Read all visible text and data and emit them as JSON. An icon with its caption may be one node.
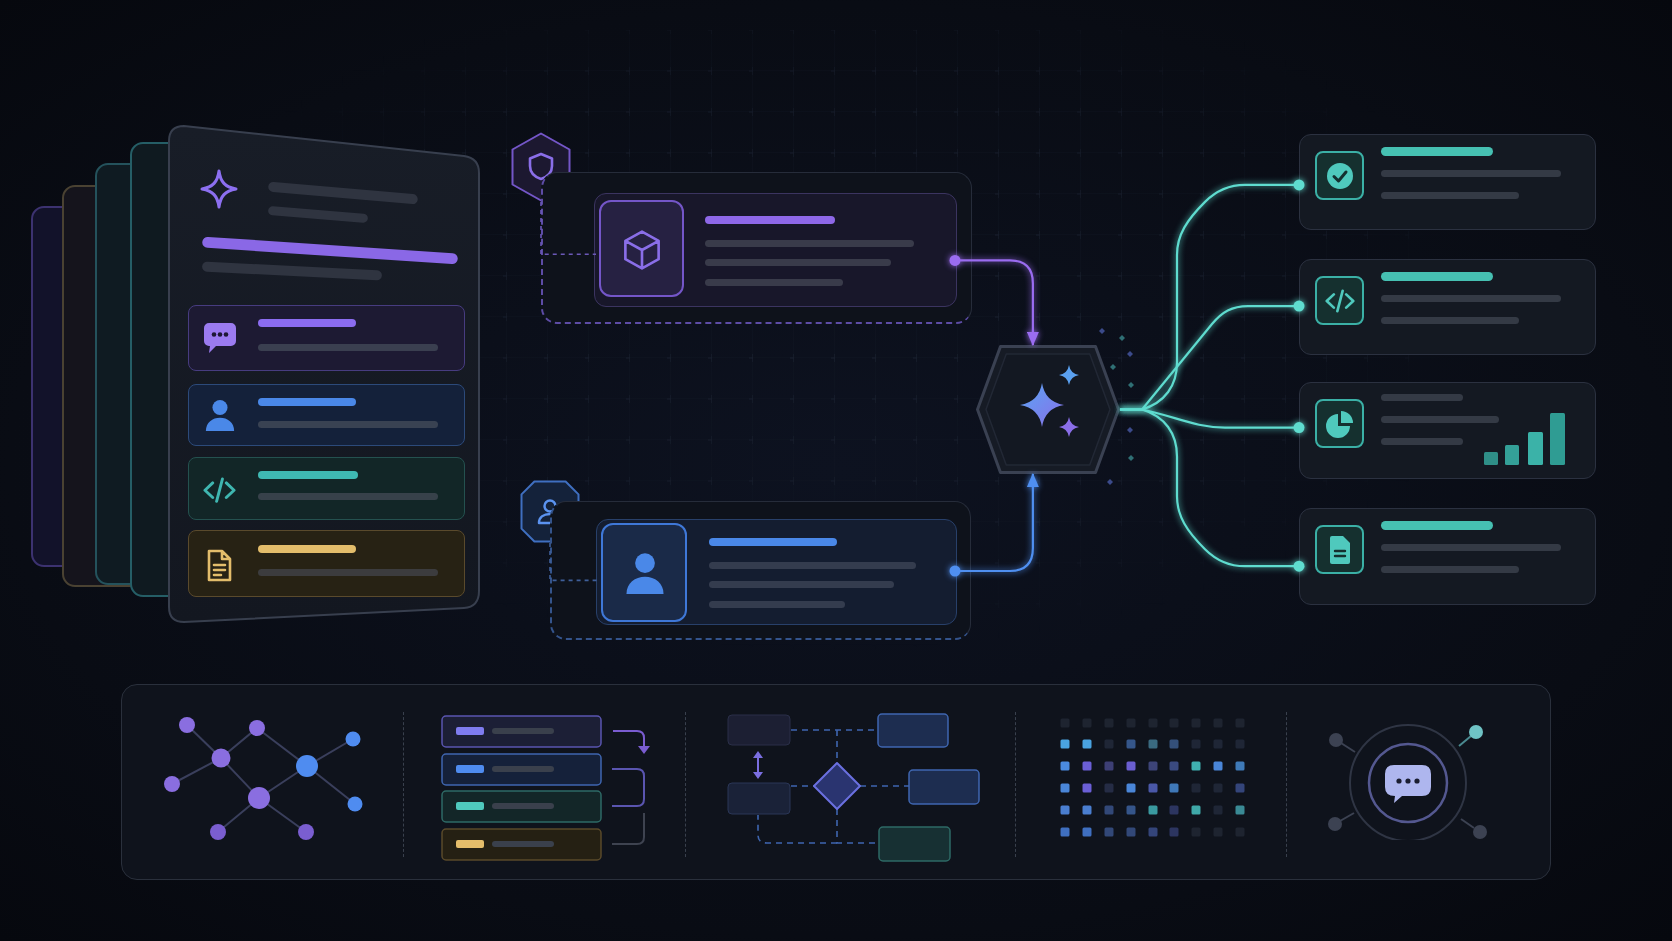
{
  "diagram": {
    "nodes": [
      {
        "text": [],
        "shape": "box"
      },
      {
        "text": [],
        "shape": "box",
        "in": 0
      },
      {
        "text": [],
        "shape": "box",
        "in": 0
      },
      {
        "text": [],
        "shape": "box",
        "in": 0
      },
      {
        "text": [],
        "shape": "box",
        "in": 0
      },
      {
        "text": [],
        "shape": "hexagon"
      },
      {
        "text": [],
        "shape": "box"
      },
      {
        "text": [],
        "shape": "box",
        "in": 6
      },
      {
        "text": [],
        "shape": "box",
        "in": 7
      },
      {
        "text": [],
        "shape": "octagon"
      },
      {
        "text": [],
        "shape": "box"
      },
      {
        "text": [],
        "shape": "box",
        "in": 10
      },
      {
        "text": [],
        "shape": "box",
        "in": 11
      },
      {
        "text": [],
        "shape": "hexagon"
      },
      {
        "text": [],
        "shape": "box"
      },
      {
        "text": [],
        "shape": "box"
      },
      {
        "text": [],
        "shape": "box"
      },
      {
        "text": [],
        "shape": "box"
      },
      {
        "text": [],
        "shape": "box"
      }
    ],
    "edges": [
      {
        "from": 5,
        "to": 8,
        "arrow": "none",
        "style": "dashed",
        "color": "#6b58b8"
      },
      {
        "from": 9,
        "to": 12,
        "arrow": "none",
        "style": "dashed",
        "color": "#3f5f9a"
      },
      {
        "from": 7,
        "to": 13,
        "arrow": "to",
        "color": "#9a6cf0"
      },
      {
        "from": 11,
        "to": 13,
        "arrow": "to",
        "color": "#4f8ff0"
      },
      {
        "from": 13,
        "to": 14,
        "arrow": "other"
      },
      {
        "from": 13,
        "to": 15,
        "arrow": "other"
      },
      {
        "from": 13,
        "to": 16,
        "arrow": "other"
      },
      {
        "from": 13,
        "to": 17,
        "arrow": "other"
      }
    ]
  }
}
